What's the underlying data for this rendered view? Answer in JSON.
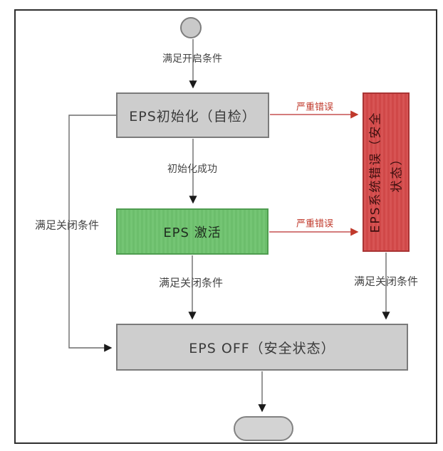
{
  "diagram": {
    "title_hint": "EPS state machine flowchart",
    "nodes": {
      "start": {
        "shape": "circle"
      },
      "init": {
        "label": "EPS初始化（自检）"
      },
      "active": {
        "label": "EPS 激活"
      },
      "error": {
        "label": "EPS系统错误（安全状态）",
        "lines": [
          "EPS系统错误（安全",
          "状态）"
        ]
      },
      "off": {
        "label": "EPS OFF（安全状态）"
      },
      "end": {
        "shape": "stadium"
      }
    },
    "edges": {
      "start_init": {
        "label": "满足开启条件"
      },
      "init_active": {
        "label": "初始化成功"
      },
      "init_error": {
        "label": "严重错误"
      },
      "active_error": {
        "label": "严重错误"
      },
      "active_off": {
        "label": "满足关闭条件"
      },
      "error_off": {
        "label": "满足关闭条件"
      },
      "init_off_loop": {
        "label": "满足关闭条件"
      }
    },
    "colors": {
      "active_green": "#6cbe6c",
      "error_red": "#d04848",
      "state_gray": "#cdcdcd",
      "error_text_red": "#c0392b"
    }
  }
}
